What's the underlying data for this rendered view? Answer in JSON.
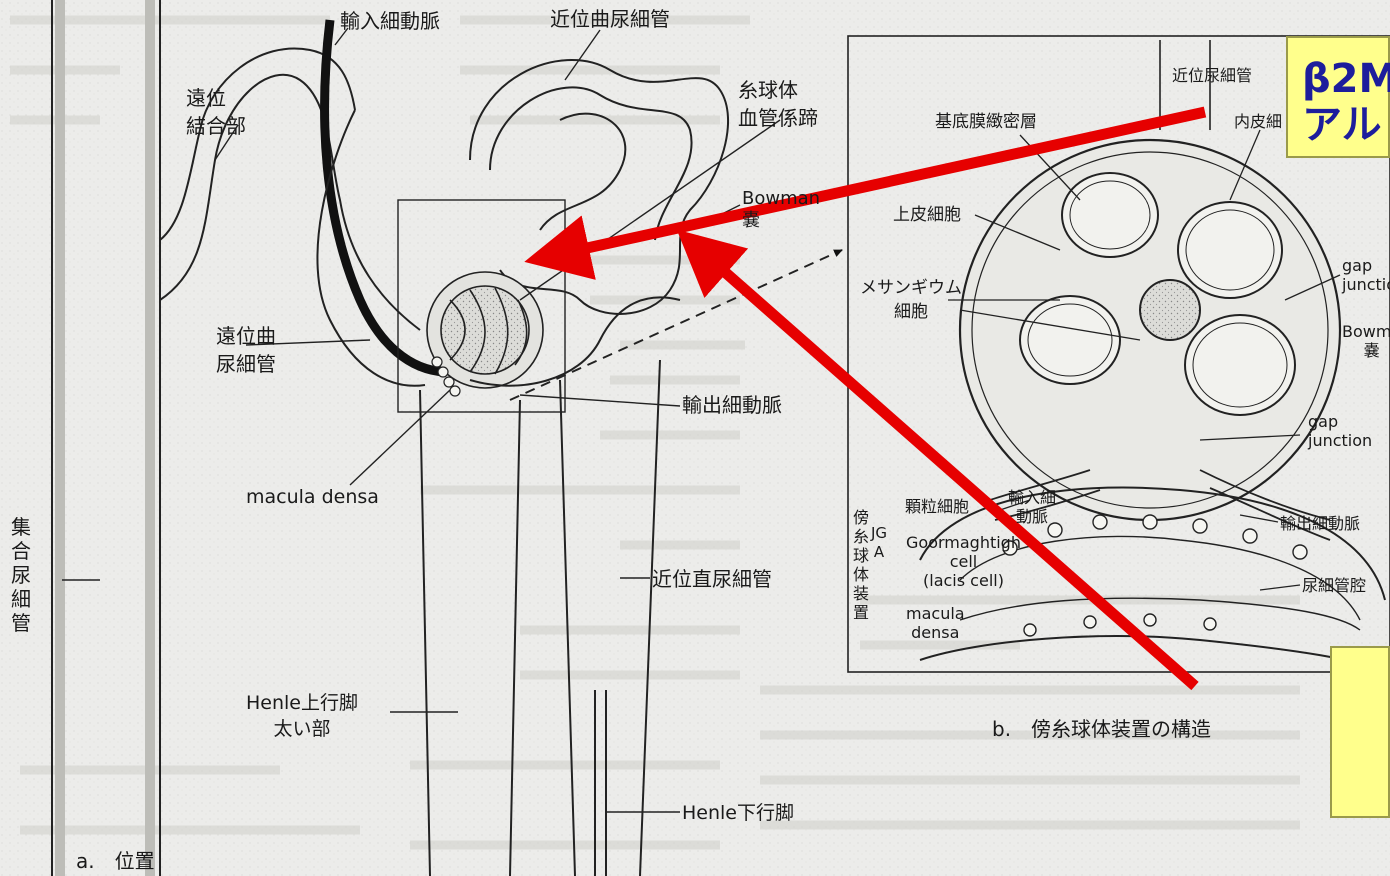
{
  "figure": {
    "panel_a": {
      "caption": "a.　位置",
      "labels": {
        "afferent_arteriole": "輸入細動脈",
        "proximal_convoluted_tubule": "近位曲尿細管",
        "distal_connecting_segment": "遠位\n結合部",
        "glomerular_tuft": "糸球体\n血管係蹄",
        "bowman_capsule": "Bowman\n嚢",
        "distal_convoluted_tubule": "遠位曲\n尿細管",
        "efferent_arteriole": "輸出細動脈",
        "macula_densa": "macula densa",
        "collecting_duct": "集合尿細管",
        "proximal_straight_tubule": "近位直尿細管",
        "henle_ascending_thick": "Henle上行脚\n太い部",
        "henle_descending": "Henle下行脚"
      }
    },
    "panel_b": {
      "caption": "b.　傍糸球体装置の構造",
      "labels": {
        "proximal_tubule_partial": "近位尿細管",
        "basement_membrane": "基底膜緻密層",
        "endothelium_partial": "内皮細",
        "epithelial_cell": "上皮細胞",
        "mesangial_cell": "メサンギウム\n細胞",
        "gap_junction_1": "gap\njunctio",
        "bowman_partial": "Bowma\n嚢",
        "gap_junction_2": "gap\njunction",
        "granular_cell": "顆粒細胞",
        "afferent_small": "輸入細\n動脈",
        "jga_vertical": "傍糸球体装置",
        "jga_abbrev": "JGA",
        "goormaghtigh": "Goormaghtigh\ncell\n(lacis cell)",
        "macula_densa_small": "macula\ndensa",
        "efferent_small": "輸出細動脈",
        "tubule_lumen": "尿細管腔"
      }
    },
    "overlay": {
      "callout_text": "β2M\nアル",
      "arrow_color": "#e60000",
      "callout_fill": "#ffff8c",
      "callout_text_color": "#1d1d9c"
    }
  }
}
